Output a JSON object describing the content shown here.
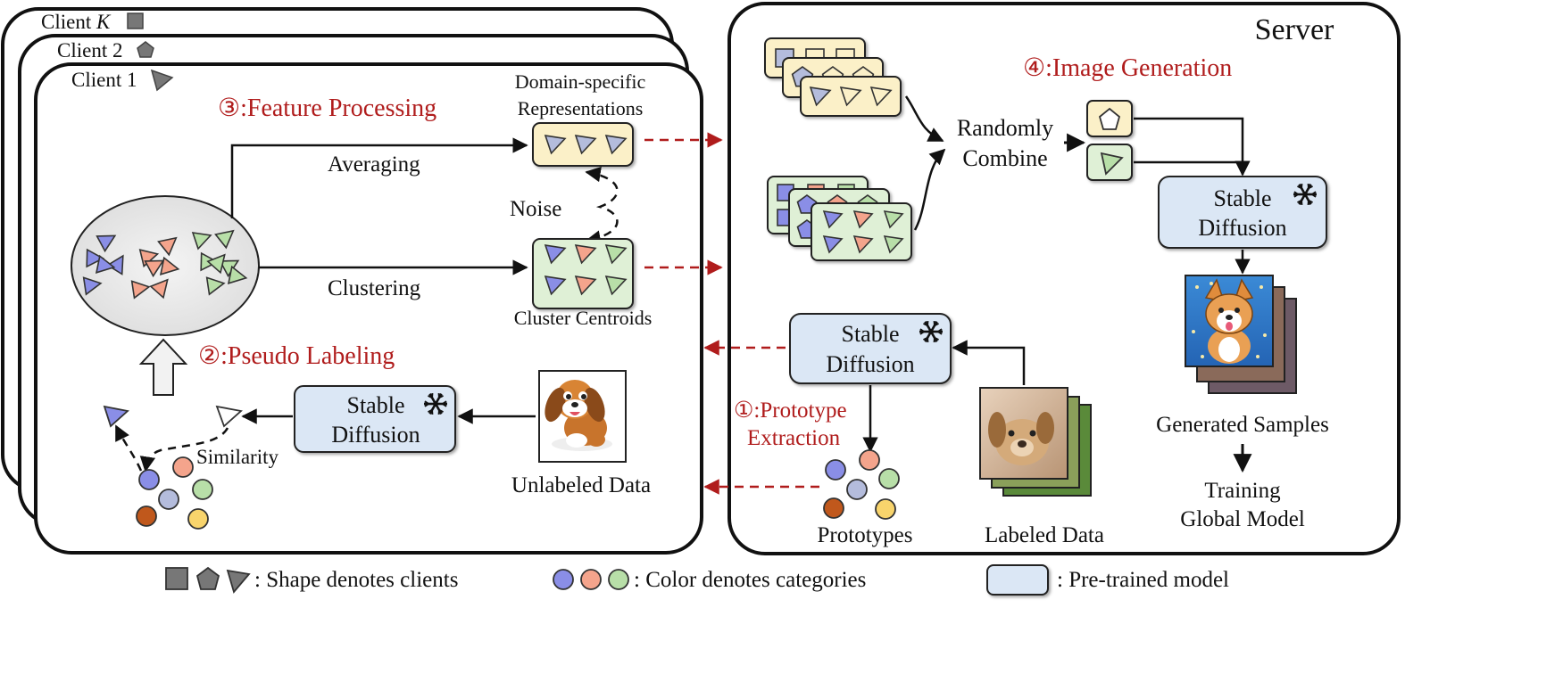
{
  "clients": {
    "labels": [
      "Client K",
      "Client 2",
      "Client 1"
    ],
    "client_k_prefix": "Client ",
    "client_k_italic": "K",
    "client_2": "Client 2",
    "client_1": "Client 1"
  },
  "client_panel": {
    "feature_processing": "③:Feature Processing",
    "domain_specific_line1": "Domain-specific",
    "domain_specific_line2": "Representations",
    "averaging": "Averaging",
    "noise": "Noise",
    "clustering": "Clustering",
    "cluster_centroids": "Cluster Centroids",
    "pseudo_labeling": "②:Pseudo Labeling",
    "stable": "Stable",
    "diffusion": "Diffusion",
    "similarity": "Similarity",
    "unlabeled_data": "Unlabeled Data"
  },
  "server_panel": {
    "title": "Server",
    "image_generation": "④:Image Generation",
    "randomly": "Randomly",
    "combine": "Combine",
    "stable": "Stable",
    "diffusion": "Diffusion",
    "generated_samples": "Generated Samples",
    "training_line1": "Training",
    "training_line2": "Global Model",
    "prototype_line1": "①:Prototype",
    "prototype_line2": "Extraction",
    "prototypes": "Prototypes",
    "labeled_data": "Labeled Data"
  },
  "legend": {
    "shape": ": Shape denotes clients",
    "color": ": Color denotes categories",
    "model": ": Pre-trained model"
  },
  "colors": {
    "purple": "#8a8ee6",
    "salmon": "#f4a48c",
    "green": "#b8dfa8",
    "steel": "#b4bcdc",
    "brown": "#c0581c",
    "yellow": "#f8d46c",
    "model_fill": "#dbe7f5",
    "yellow_card": "#fbf0c8",
    "green_card": "#dff0d6",
    "accent_red": "#b01c1c"
  }
}
